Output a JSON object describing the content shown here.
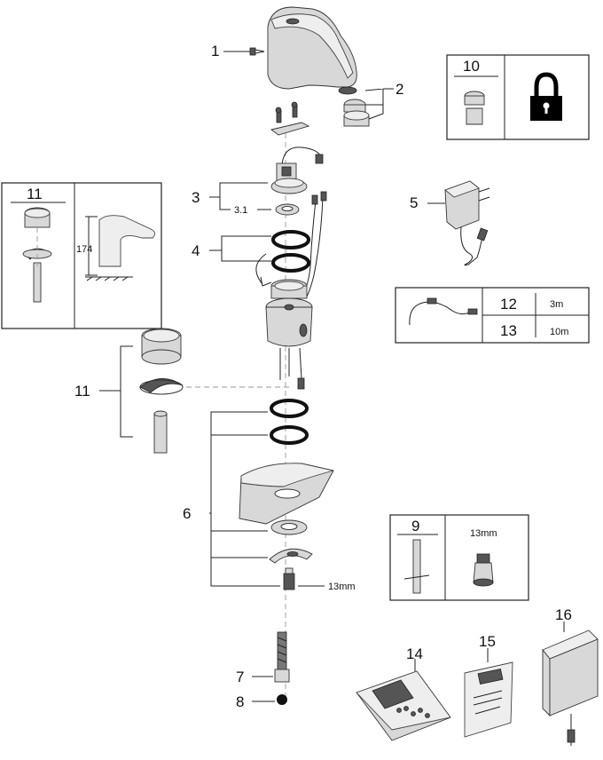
{
  "callouts": {
    "c1": "1",
    "c2": "2",
    "c3": "3",
    "c3_1": "3.1",
    "c4": "4",
    "c5": "5",
    "c6": "6",
    "c7": "7",
    "c8": "8",
    "c11": "11",
    "c14": "14",
    "c15": "15",
    "c16": "16"
  },
  "box10": {
    "number": "10",
    "icon": "padlock-icon"
  },
  "box11": {
    "number": "11",
    "dimension": "174"
  },
  "box12_13": {
    "row1_number": "12",
    "row1_value": "3m",
    "row2_number": "13",
    "row2_value": "10m"
  },
  "box9": {
    "number": "9",
    "size": "13mm"
  },
  "nut_size": "13mm"
}
